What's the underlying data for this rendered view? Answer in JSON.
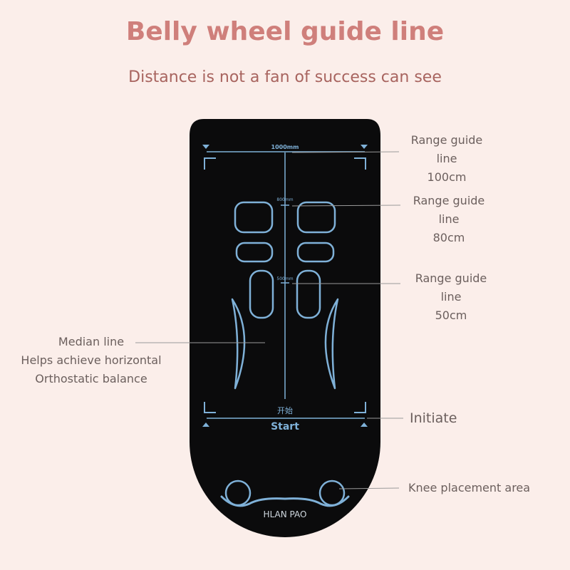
{
  "heading": {
    "title": "Belly wheel guide line",
    "subtitle": "Distance is not a fan of success can see"
  },
  "mat": {
    "top_range_label": "1000mm",
    "mid_range_label": "800mm",
    "low_range_label": "500mm",
    "start_cn": "开始",
    "start_en": "Start",
    "brand": "HLAN PAO"
  },
  "callouts": {
    "range100": {
      "line1": "Range guide line",
      "line2": "100cm"
    },
    "range80": {
      "line1": "Range guide line",
      "line2": "80cm"
    },
    "range50": {
      "line1": "Range guide line",
      "line2": "50cm"
    },
    "median": {
      "line1": "Median line",
      "line2": "Helps achieve horizontal",
      "line3": "Orthostatic balance"
    },
    "initiate": "Initiate",
    "knee": "Knee placement area"
  },
  "colors": {
    "background": "#fbeeea",
    "title": "#cf7f7b",
    "mat": "#0b0b0c",
    "guide": "#7fb1d8"
  }
}
